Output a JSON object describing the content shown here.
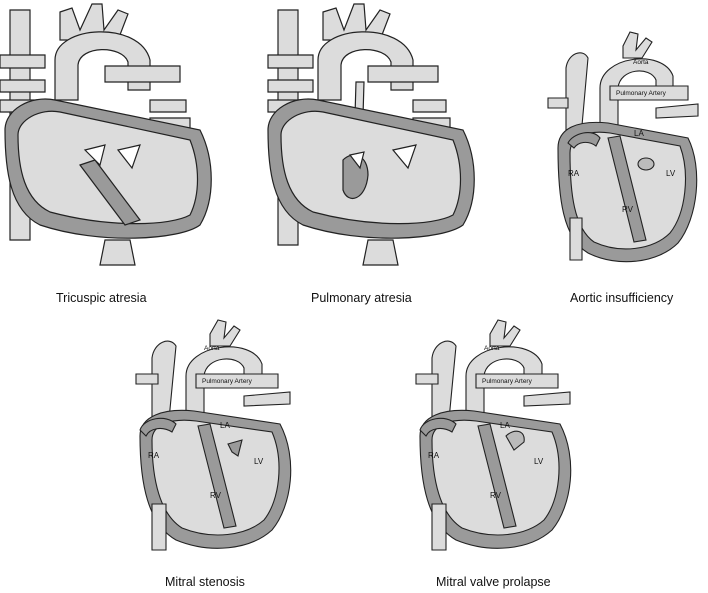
{
  "captions": {
    "tricuspid_atresia": "Tricuspic atresia",
    "pulmonary_atresia": "Pulmonary atresia",
    "aortic_insufficiency": "Aortic insufficiency",
    "mitral_stenosis": "Mitral stenosis",
    "mitral_valve_prolapse": "Mitral valve prolapse"
  },
  "labels": {
    "aorta": "Aorta",
    "pulmonary_artery": "Pulmonary Artery",
    "la": "LA",
    "ra": "RA",
    "lv": "LV",
    "rv": "RV"
  },
  "colors": {
    "light_fill": "#dcdcdc",
    "dark_fill": "#9a9a9a",
    "stroke": "#222222"
  }
}
